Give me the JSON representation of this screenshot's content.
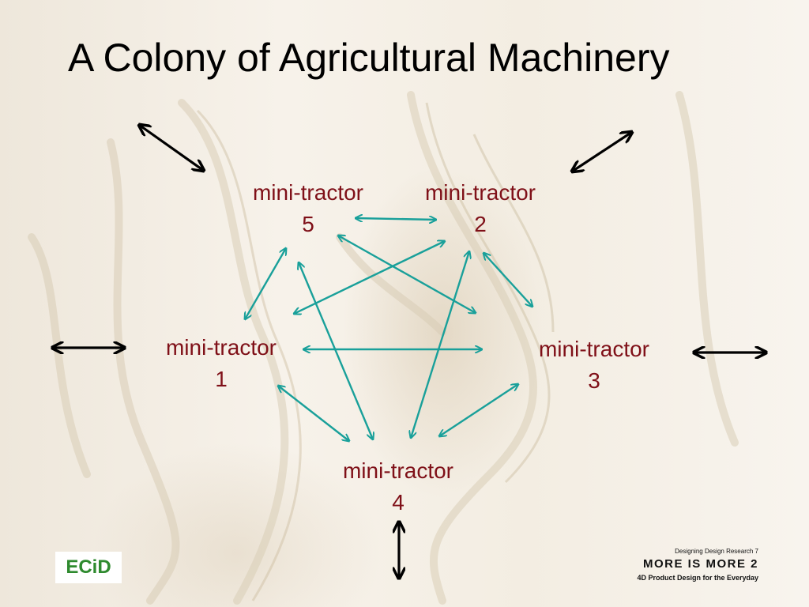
{
  "slide": {
    "title": "A Colony of Agricultural Machinery"
  },
  "diagram": {
    "nodes": [
      {
        "id": "n1",
        "line1": "mini-tractor",
        "line2": "1"
      },
      {
        "id": "n2",
        "line1": "mini-tractor",
        "line2": "2"
      },
      {
        "id": "n3",
        "line1": "mini-tractor",
        "line2": "3"
      },
      {
        "id": "n4",
        "line1": "mini-tractor",
        "line2": "4"
      },
      {
        "id": "n5",
        "line1": "mini-tractor",
        "line2": "5"
      }
    ],
    "links": [
      [
        "n5",
        "n2"
      ],
      [
        "n5",
        "n1"
      ],
      [
        "n5",
        "n3"
      ],
      [
        "n5",
        "n4"
      ],
      [
        "n2",
        "n1"
      ],
      [
        "n2",
        "n3"
      ],
      [
        "n2",
        "n4"
      ],
      [
        "n1",
        "n3"
      ],
      [
        "n1",
        "n4"
      ],
      [
        "n3",
        "n4"
      ]
    ],
    "external_links": [
      "n5",
      "n2",
      "n1",
      "n3",
      "n4"
    ],
    "colors": {
      "internal_arrow": "#19a09a",
      "external_arrow": "#000000",
      "node_text": "#7f1018"
    }
  },
  "footer": {
    "logo_text": "ECiD",
    "series": "Designing Design Research 7",
    "name": "MORE IS MORE 2",
    "subtitle": "4D Product Design for the Everyday"
  }
}
